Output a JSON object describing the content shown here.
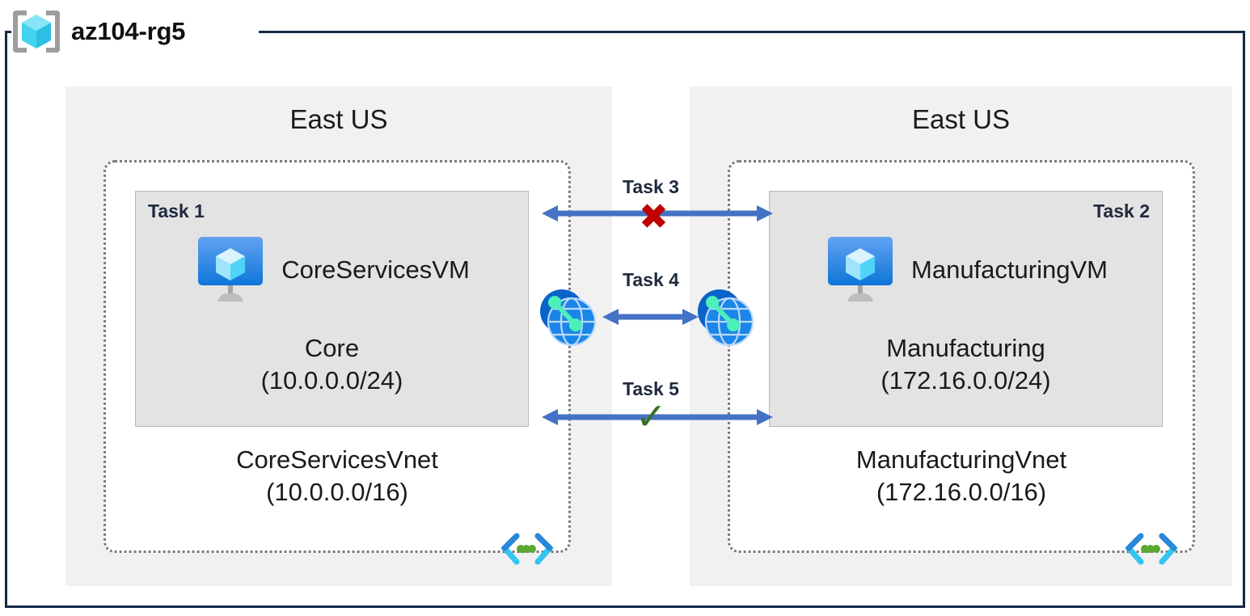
{
  "resource_group": {
    "name": "az104-rg5",
    "icon": "resource-group-cube-icon"
  },
  "regions": [
    {
      "id": "left",
      "label": "East US"
    },
    {
      "id": "right",
      "label": "East US"
    }
  ],
  "vnets": [
    {
      "id": "core",
      "task_tag": "Task 1",
      "vm": {
        "name": "CoreServicesVM",
        "icon": "virtual-machine-icon"
      },
      "subnet": {
        "name": "Core",
        "cidr": "(10.0.0.0/24)"
      },
      "vnet": {
        "name": "CoreServicesVnet",
        "cidr": "(10.0.0.0/16)"
      },
      "glyph": "virtual-network-icon"
    },
    {
      "id": "manufacturing",
      "task_tag": "Task 2",
      "vm": {
        "name": "ManufacturingVM",
        "icon": "virtual-machine-icon"
      },
      "subnet": {
        "name": "Manufacturing",
        "cidr": "(172.16.0.0/24)"
      },
      "vnet": {
        "name": "ManufacturingVnet",
        "cidr": "(172.16.0.0/16)"
      },
      "glyph": "virtual-network-icon"
    }
  ],
  "connections": [
    {
      "id": "task3",
      "label": "Task 3",
      "mark": "✖",
      "mark_type": "cross",
      "status_color": "#c00000"
    },
    {
      "id": "task4",
      "label": "Task 4",
      "mark": "",
      "mark_type": "none",
      "status_color": "#4472c4"
    },
    {
      "id": "task5",
      "label": "Task 5",
      "mark": "✓",
      "mark_type": "check",
      "status_color": "#3a7029"
    }
  ],
  "peering_icons": [
    {
      "id": "peer-left",
      "name": "vnet-peering-icon"
    },
    {
      "id": "peer-right",
      "name": "vnet-peering-icon"
    }
  ],
  "colors": {
    "frame_border": "#16284a",
    "region_background": "#f1f1f1",
    "subnet_background": "#e3e3e3",
    "vnet_border": "#7a7a7a",
    "arrow": "#4472c4",
    "task_label": "#1f2a3d",
    "cross": "#c00000",
    "check": "#3a7029"
  }
}
